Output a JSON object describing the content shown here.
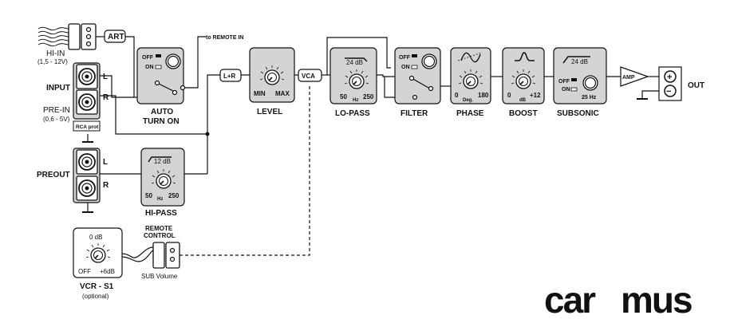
{
  "labels": {
    "hi_in": "HI-IN",
    "hi_in_range": "(1,5 - 12V)",
    "input": "INPUT",
    "pre_in": "PRE-IN",
    "pre_in_range": "(0,6 - 5V)",
    "rca_prot": "RCA prot",
    "preout": "PREOUT",
    "ch_l": "L",
    "ch_r": "R",
    "art": "ART",
    "to_remote": "to REMOTE IN",
    "off": "OFF",
    "on": "ON",
    "auto_turn_on_1": "AUTO",
    "auto_turn_on_2": "TURN ON",
    "l_plus_r": "L+R",
    "level": "LEVEL",
    "min": "MIN",
    "max": "MAX",
    "vca": "VCA",
    "lopass": "LO-PASS",
    "db24": "24 dB",
    "db12": "12 dB",
    "f50": "50",
    "f250": "250",
    "hz": "Hz",
    "filter": "FILTER",
    "phase": "PHASE",
    "phase_0": "0",
    "phase_180": "180",
    "deg": "Deg.",
    "boost": "BOOST",
    "boost_0": "0",
    "boost_12": "+12",
    "db": "dB",
    "subsonic": "SUBSONIC",
    "hz25": "25 Hz",
    "amp": "AMP",
    "out": "OUT",
    "plus": "+",
    "minus": "−",
    "hipass": "HI-PASS",
    "db0": "0 dB",
    "plus6": "+6dB",
    "vcr_s1": "VCR - S1",
    "optional": "(optional)",
    "remote_1": "REMOTE",
    "remote_2": "CONTROL",
    "sub_volume": "SUB Volume",
    "watermark": "carmus"
  },
  "colors": {
    "panel": "#d4d4d4",
    "line": "#111111",
    "watermark_car": "#f3c9c9",
    "watermark_mus": "#e4e4e4"
  }
}
